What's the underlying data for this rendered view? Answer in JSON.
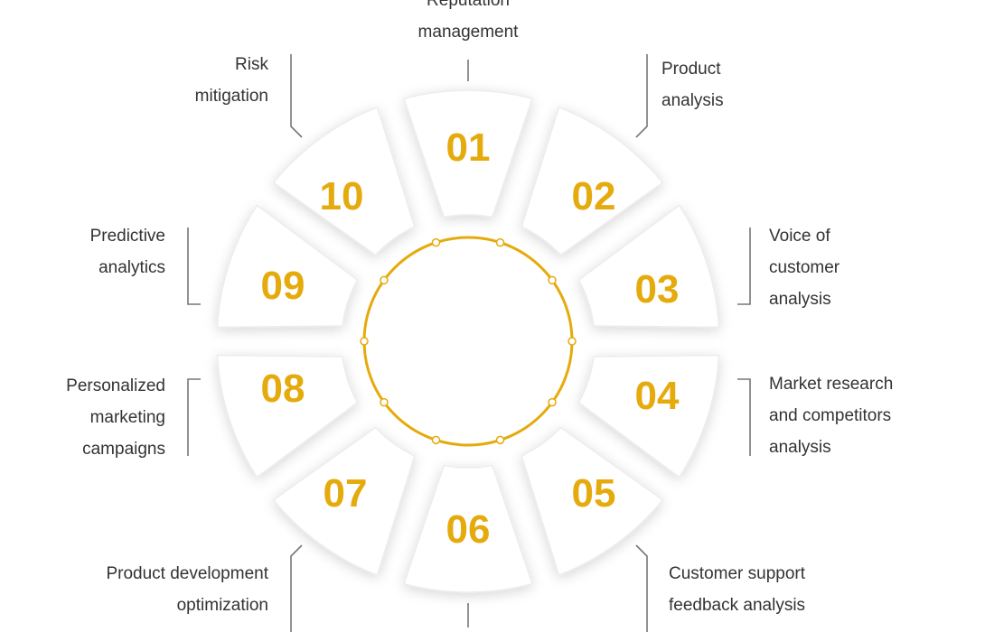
{
  "title": "Voice of customer / sentiment analysis use cases",
  "colors": {
    "accent": "#e5aa0c",
    "segment": "#ffffff",
    "text": "#333333",
    "line": "#777777"
  },
  "segments": [
    {
      "number": "01",
      "label": [
        "Reputation",
        "management"
      ]
    },
    {
      "number": "02",
      "label": [
        "Product",
        "analysis"
      ]
    },
    {
      "number": "03",
      "label": [
        "Voice of",
        "customer",
        "analysis"
      ]
    },
    {
      "number": "04",
      "label": [
        "Market research",
        "and competitors",
        "analysis"
      ]
    },
    {
      "number": "05",
      "label": [
        "Customer support",
        "feedback analysis"
      ]
    },
    {
      "number": "06",
      "label": []
    },
    {
      "number": "07",
      "label": [
        "Product development",
        "optimization"
      ]
    },
    {
      "number": "08",
      "label": [
        "Personalized",
        "marketing",
        "campaigns"
      ]
    },
    {
      "number": "09",
      "label": [
        "Predictive",
        "analytics"
      ]
    },
    {
      "number": "10",
      "label": [
        "Risk",
        "mitigation"
      ]
    }
  ]
}
